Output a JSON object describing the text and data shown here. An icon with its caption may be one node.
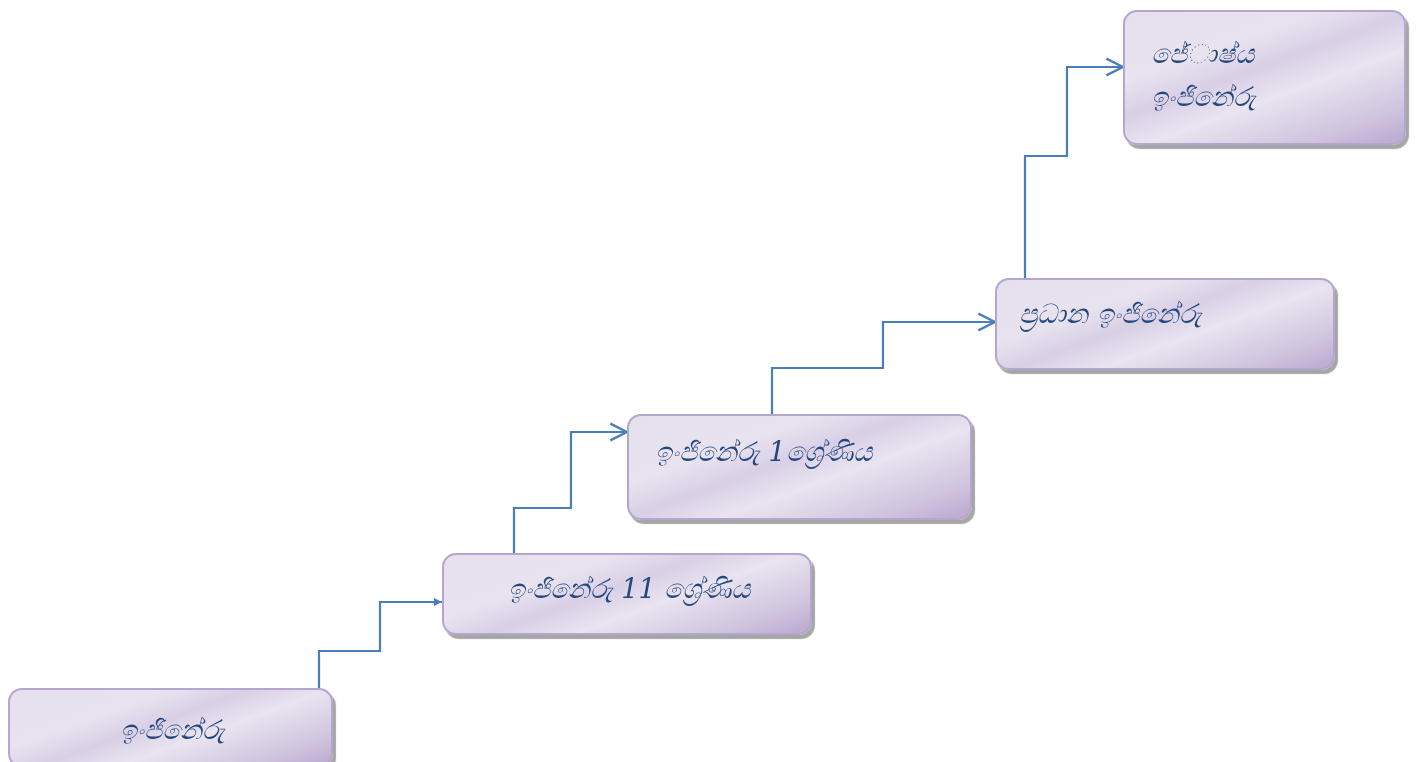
{
  "diagram": {
    "nodes": [
      {
        "text": [
          "ඉංජිනේරු"
        ]
      },
      {
        "text": [
          "ඉංජිනේරු 11 ශ්‍රේණිය"
        ]
      },
      {
        "text": [
          "ඉංජිනේරු 1ශ්‍රේණිය"
        ]
      },
      {
        "text": [
          "ප්‍රධාන ඉංජිනේරු"
        ]
      },
      {
        "text": [
          "ජේාෂ්ය ඉංජිනේරු"
        ]
      }
    ],
    "edges": [
      {
        "from": 0,
        "to": 1,
        "arrow": "to"
      },
      {
        "from": 1,
        "to": 2,
        "arrow": "to"
      },
      {
        "from": 2,
        "to": 3,
        "arrow": "to"
      },
      {
        "from": 3,
        "to": 4,
        "arrow": "to"
      }
    ]
  }
}
